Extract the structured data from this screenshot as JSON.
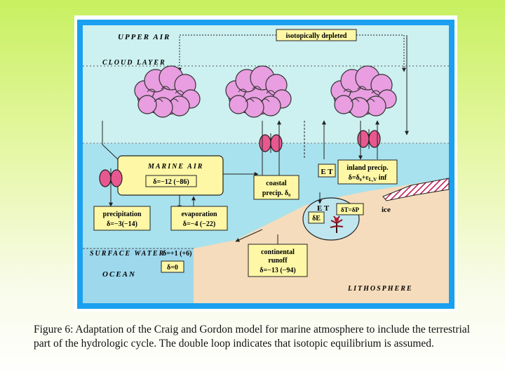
{
  "diagram": {
    "labels": {
      "upper_air": "UPPER AIR",
      "cloud_layer": "CLOUD LAYER",
      "isotopically_depleted": "isotopically depleted",
      "marine_air": "MARINE AIR",
      "marine_air_delta": "δ=−12 (−86)",
      "et_left": "E T",
      "inland_precip": "inland precip.",
      "inland_precip_formula": "δ=δ₀+ε",
      "inland_precip_formula_sub": "L,V",
      "inland_precip_formula_end": " inf",
      "coastal_precip": "coastal",
      "coastal_precip_2": "precip. δ₀",
      "precipitation": "precipitation",
      "precipitation_delta": "δ=−3(−14)",
      "evaporation": "evaporation",
      "evaporation_delta": "δ=−4 (−22)",
      "et_lake": "E T",
      "delta_t_p": "δT=δP",
      "delta_e": "δE",
      "ice": "ice",
      "surface_water": "SURFACE WATER",
      "surface_water_delta": "δ=+1 (+6)",
      "ocean": "OCEAN",
      "ocean_delta": "δ=0",
      "continental_runoff": "continental",
      "continental_runoff_2": "runoff",
      "continental_runoff_delta": "δ=−13 (−94)",
      "lithosphere": "LITHOSPHERE"
    },
    "colors": {
      "outer_frame": "#1aa0f0",
      "upper_air": "#cdf0f0",
      "marine_air": "#a8e2ee",
      "ocean": "#9ed8ec",
      "land": "#f5dcbc",
      "boxes": "#fdf7a6",
      "clouds": "#e89ee0",
      "loops": "#e85890",
      "ice_hatch": "#c01850"
    }
  },
  "caption": "Figure 6: Adaptation of the Craig and Gordon model for marine atmosphere to include the terrestrial part of the hydrologic cycle. The double loop indicates that isotopic equilibrium is assumed."
}
